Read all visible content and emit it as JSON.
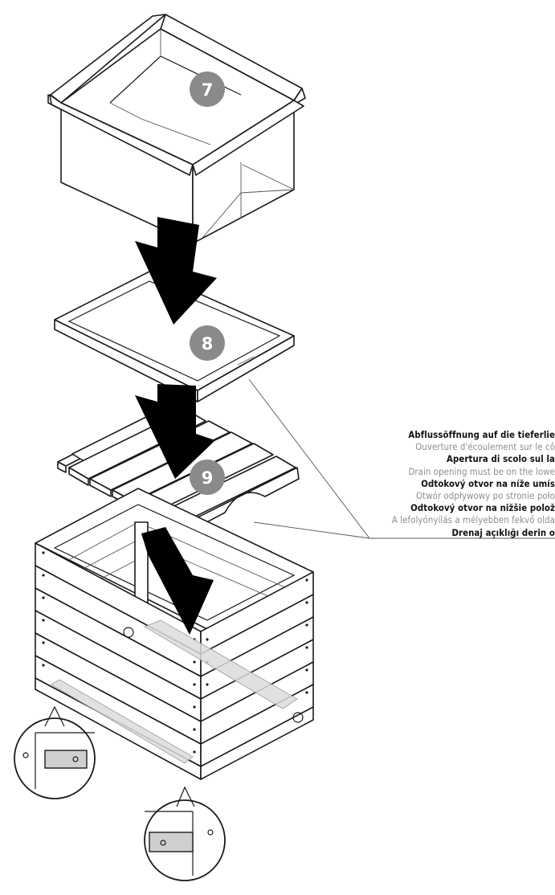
{
  "steps": [
    "7",
    "8",
    "9"
  ],
  "caption_lines": [
    {
      "text": "Abflussöffnung auf die tieferlie",
      "tone": "dark"
    },
    {
      "text": "Ouverture d'écoulement sur le cô",
      "tone": "grey"
    },
    {
      "text": "Apertura di scolo sul la",
      "tone": "dark"
    },
    {
      "text": "Drain opening must be on the lowe",
      "tone": "grey"
    },
    {
      "text": "Odtokový otvor na níže umís",
      "tone": "dark"
    },
    {
      "text": "Otwór odpływowy po stronie poło",
      "tone": "grey"
    },
    {
      "text": "Odtokový otvor na nižšie polož",
      "tone": "dark"
    },
    {
      "text": "A lefolyónyílás a mélyebben fekvő olda",
      "tone": "grey"
    },
    {
      "text": "Drenaj açıklığı derin o",
      "tone": "dark"
    }
  ],
  "colors": {
    "line": "#1a1a1a",
    "badge": "#8a8a8a",
    "arrow": "#000000",
    "highlight": "#d9d9d9"
  }
}
